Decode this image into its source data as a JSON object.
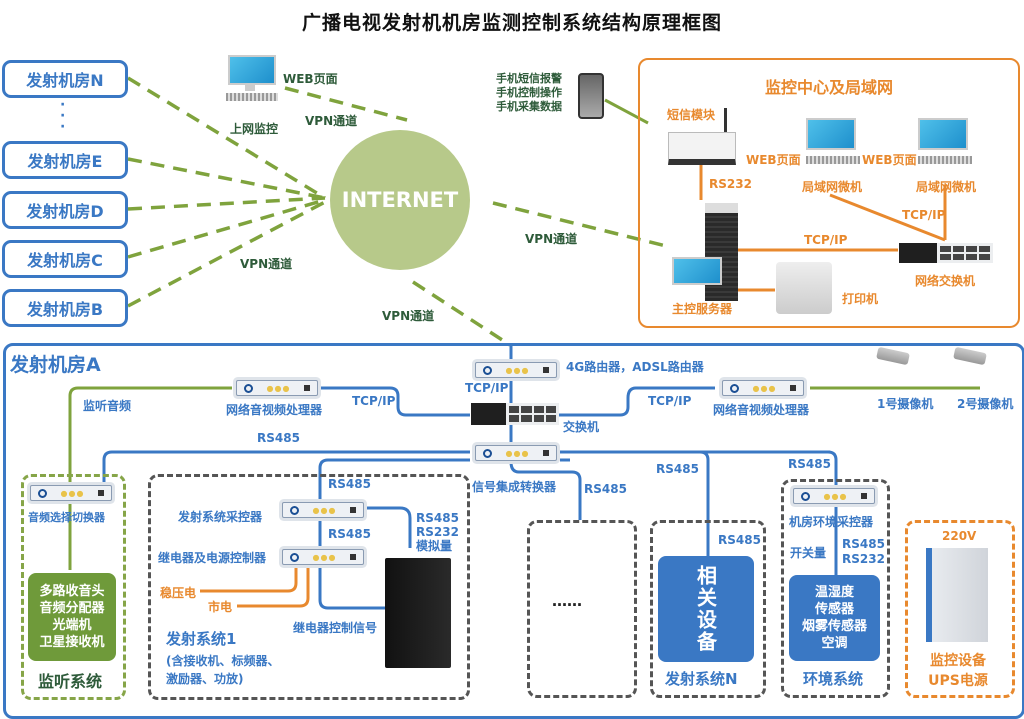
{
  "title": "广播电视发射机机房监测控制系统结构原理框图",
  "remote_sites": [
    "发射机房N",
    "发射机房E",
    "发射机房D",
    "发射机房C",
    "发射机房B"
  ],
  "ellipsis_dots": "·\n·\n·",
  "internet": {
    "label": "INTERNET"
  },
  "web_monitor": {
    "web_label": "WEB页面",
    "device_label": "上网监控",
    "vpn_label": "VPN通道"
  },
  "vpn_labels": {
    "left": "VPN通道",
    "right": "VPN通道",
    "bottom": "VPN通道"
  },
  "mobile": {
    "lines": [
      "手机短信报警",
      "手机控制操作",
      "手机采集数据"
    ]
  },
  "monitor_center": {
    "title": "监控中心及局域网",
    "sms_module": "短信模块",
    "rs232": "RS232",
    "web_page_1": "WEB页面",
    "web_page_2": "WEB页面",
    "lan_pc_1": "局域网微机",
    "lan_pc_2": "局域网微机",
    "tcpip_1": "TCP/IP",
    "tcpip_2": "TCP/IP",
    "main_server": "主控服务器",
    "printer": "打印机",
    "network_switch": "网络交换机"
  },
  "room_a": {
    "title": "发射机房A",
    "router": "4G路由器，ADSL路由器",
    "router_tcpip": "TCP/IP",
    "switch": "交换机",
    "av_processor_left": "网络音视频处理器",
    "av_processor_right": "网络音视频处理器",
    "tcpip_left": "TCP/IP",
    "tcpip_right": "TCP/IP",
    "monitor_audio": "监听音频",
    "camera_1": "1号摄像机",
    "camera_2": "2号摄像机",
    "rs485_top": "RS485",
    "signal_converter": "信号集成转换器",
    "rs485_labels": [
      "RS485",
      "RS485",
      "RS485",
      "RS485",
      "RS485",
      "RS485"
    ],
    "monitor_system": {
      "switcher": "音频选择切换器",
      "devices": [
        "多路收音头",
        "音频分配器",
        "光端机",
        "卫星接收机"
      ],
      "label": "监听系统"
    },
    "tx_system_1": {
      "controller": "发射系统采控器",
      "relay_controller": "继电器及电源控制器",
      "interfaces": [
        "RS485",
        "RS232",
        "模拟量"
      ],
      "regulated_power": "稳压电",
      "mains_power": "市电",
      "relay_signal": "继电器控制信号",
      "label": "发射系统1",
      "desc_line1": "(含接收机、标频器、",
      "desc_line2": "激励器、功放)"
    },
    "ellipsis": "……",
    "tx_system_n": {
      "device": "相关设备",
      "label": "发射系统N"
    },
    "env_system": {
      "controller": "机房环境采控器",
      "switch_value": "开关量",
      "rs485": "RS485",
      "rs232": "RS232",
      "devices": [
        "温湿度",
        "传感器",
        "烟雾传感器",
        "空调"
      ],
      "label": "环境系统"
    },
    "ups": {
      "voltage": "220V",
      "label_line1": "监控设备",
      "label_line2": "UPS电源"
    }
  },
  "colors": {
    "blue": "#3a78c4",
    "green": "#86a548",
    "orange": "#e8892e",
    "internet": "#b7c98a"
  }
}
